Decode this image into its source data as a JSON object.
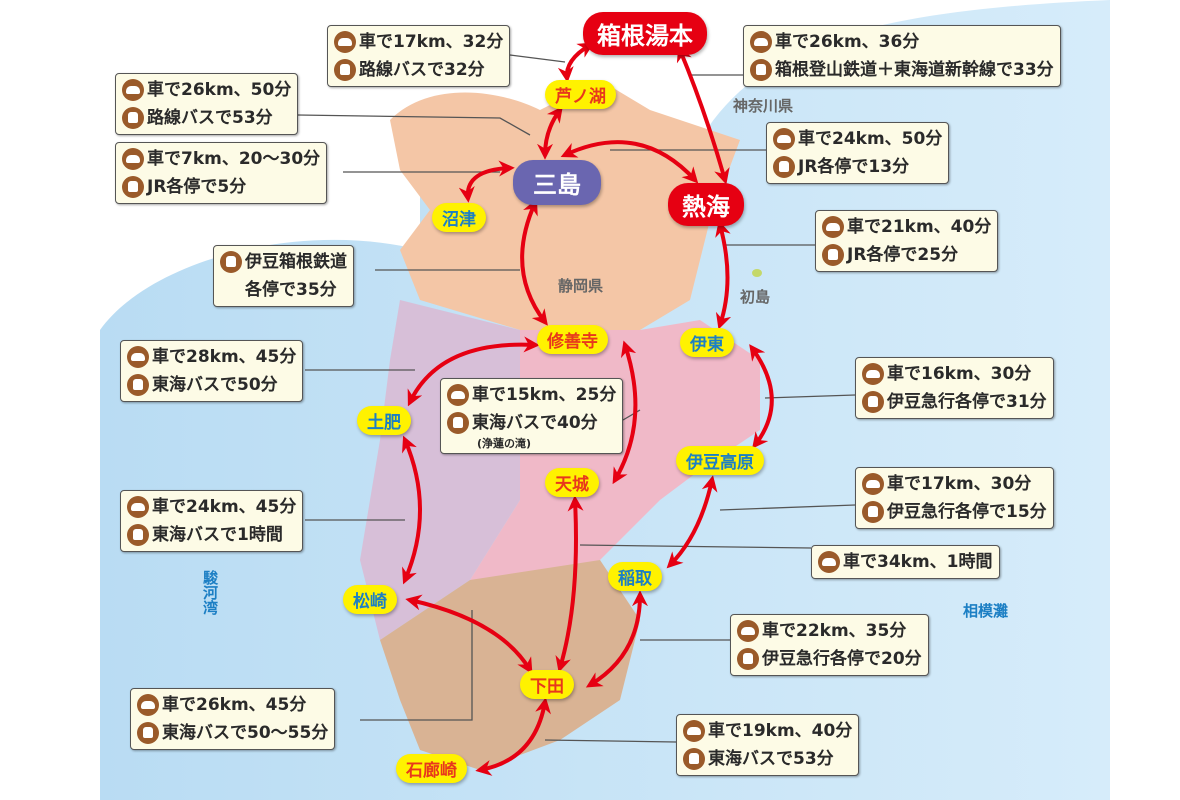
{
  "colors": {
    "sea": "#c5e3f6",
    "land_north": "#f4c6a6",
    "land_mid": "#f0b9c8",
    "land_south": "#d9b394",
    "land_west": "#d7bfd8",
    "arrow": "#e60012",
    "label_yellow": "#fff200",
    "label_red": "#e60012",
    "label_purple": "#6a66b0"
  },
  "places": [
    {
      "id": "hakone-yumoto",
      "name": "箱根湯本",
      "style": "red"
    },
    {
      "id": "ashinoko",
      "name": "芦ノ湖",
      "style": "yellow"
    },
    {
      "id": "mishima",
      "name": "三島",
      "style": "purple"
    },
    {
      "id": "atami",
      "name": "熱海",
      "style": "red"
    },
    {
      "id": "numazu",
      "name": "沼津",
      "style": "yellow-blue"
    },
    {
      "id": "shuzenji",
      "name": "修善寺",
      "style": "yellow"
    },
    {
      "id": "ito",
      "name": "伊東",
      "style": "yellow-blue"
    },
    {
      "id": "toi",
      "name": "土肥",
      "style": "yellow-blue"
    },
    {
      "id": "izukogen",
      "name": "伊豆高原",
      "style": "yellow-blue"
    },
    {
      "id": "amagi",
      "name": "天城",
      "style": "yellow"
    },
    {
      "id": "inatori",
      "name": "稲取",
      "style": "yellow-blue"
    },
    {
      "id": "matsuzaki",
      "name": "松崎",
      "style": "yellow-blue"
    },
    {
      "id": "shimoda",
      "name": "下田",
      "style": "yellow"
    },
    {
      "id": "irozaki",
      "name": "石廊崎",
      "style": "yellow"
    }
  ],
  "regions": [
    {
      "name": "神奈川県",
      "kind": "prefecture"
    },
    {
      "name": "静岡県",
      "kind": "prefecture"
    },
    {
      "name": "初島",
      "kind": "island"
    },
    {
      "name": "駿河湾",
      "kind": "sea"
    },
    {
      "name": "相模灘",
      "kind": "sea"
    }
  ],
  "routes": [
    {
      "id": "ashinoko-hakone",
      "lines": [
        {
          "icon": "car",
          "text": "車で17km、32分"
        },
        {
          "icon": "transit",
          "text": "路線バスで32分"
        }
      ]
    },
    {
      "id": "mishima-ashinoko",
      "lines": [
        {
          "icon": "car",
          "text": "車で26km、50分"
        },
        {
          "icon": "transit",
          "text": "路線バスで53分"
        }
      ]
    },
    {
      "id": "mishima-numazu",
      "lines": [
        {
          "icon": "car",
          "text": "車で7km、20〜30分"
        },
        {
          "icon": "transit",
          "text": "JR各停で5分"
        }
      ]
    },
    {
      "id": "mishima-shuzenji",
      "lines": [
        {
          "icon": "transit",
          "text": "伊豆箱根鉄道"
        },
        {
          "icon": "",
          "text": "各停で35分"
        }
      ]
    },
    {
      "id": "hakone-atami",
      "lines": [
        {
          "icon": "car",
          "text": "車で26km、36分"
        },
        {
          "icon": "transit",
          "text": "箱根登山鉄道＋東海道新幹線で33分"
        }
      ]
    },
    {
      "id": "mishima-atami",
      "lines": [
        {
          "icon": "car",
          "text": "車で24km、50分"
        },
        {
          "icon": "transit",
          "text": "JR各停で13分"
        }
      ]
    },
    {
      "id": "atami-ito",
      "lines": [
        {
          "icon": "car",
          "text": "車で21km、40分"
        },
        {
          "icon": "transit",
          "text": "JR各停で25分"
        }
      ]
    },
    {
      "id": "shuzenji-toi",
      "lines": [
        {
          "icon": "car",
          "text": "車で28km、45分"
        },
        {
          "icon": "transit",
          "text": "東海バスで50分"
        }
      ]
    },
    {
      "id": "shuzenji-amagi",
      "lines": [
        {
          "icon": "car",
          "text": "車で15km、25分"
        },
        {
          "icon": "transit",
          "text": "東海バスで40分"
        }
      ],
      "note": "(浄蓮の滝)"
    },
    {
      "id": "ito-izukogen",
      "lines": [
        {
          "icon": "car",
          "text": "車で16km、30分"
        },
        {
          "icon": "transit",
          "text": "伊豆急行各停で31分"
        }
      ]
    },
    {
      "id": "toi-matsuzaki",
      "lines": [
        {
          "icon": "car",
          "text": "車で24km、45分"
        },
        {
          "icon": "transit",
          "text": "東海バスで1時間"
        }
      ]
    },
    {
      "id": "izukogen-inatori",
      "lines": [
        {
          "icon": "car",
          "text": "車で17km、30分"
        },
        {
          "icon": "transit",
          "text": "伊豆急行各停で15分"
        }
      ]
    },
    {
      "id": "amagi-shimoda",
      "lines": [
        {
          "icon": "car",
          "text": "車で34km、1時間"
        }
      ]
    },
    {
      "id": "inatori-shimoda",
      "lines": [
        {
          "icon": "car",
          "text": "車で22km、35分"
        },
        {
          "icon": "transit",
          "text": "伊豆急行各停で20分"
        }
      ]
    },
    {
      "id": "matsuzaki-shimoda",
      "lines": [
        {
          "icon": "car",
          "text": "車で26km、45分"
        },
        {
          "icon": "transit",
          "text": "東海バスで50〜55分"
        }
      ]
    },
    {
      "id": "shimoda-irozaki",
      "lines": [
        {
          "icon": "car",
          "text": "車で19km、40分"
        },
        {
          "icon": "transit",
          "text": "東海バスで53分"
        }
      ]
    }
  ]
}
